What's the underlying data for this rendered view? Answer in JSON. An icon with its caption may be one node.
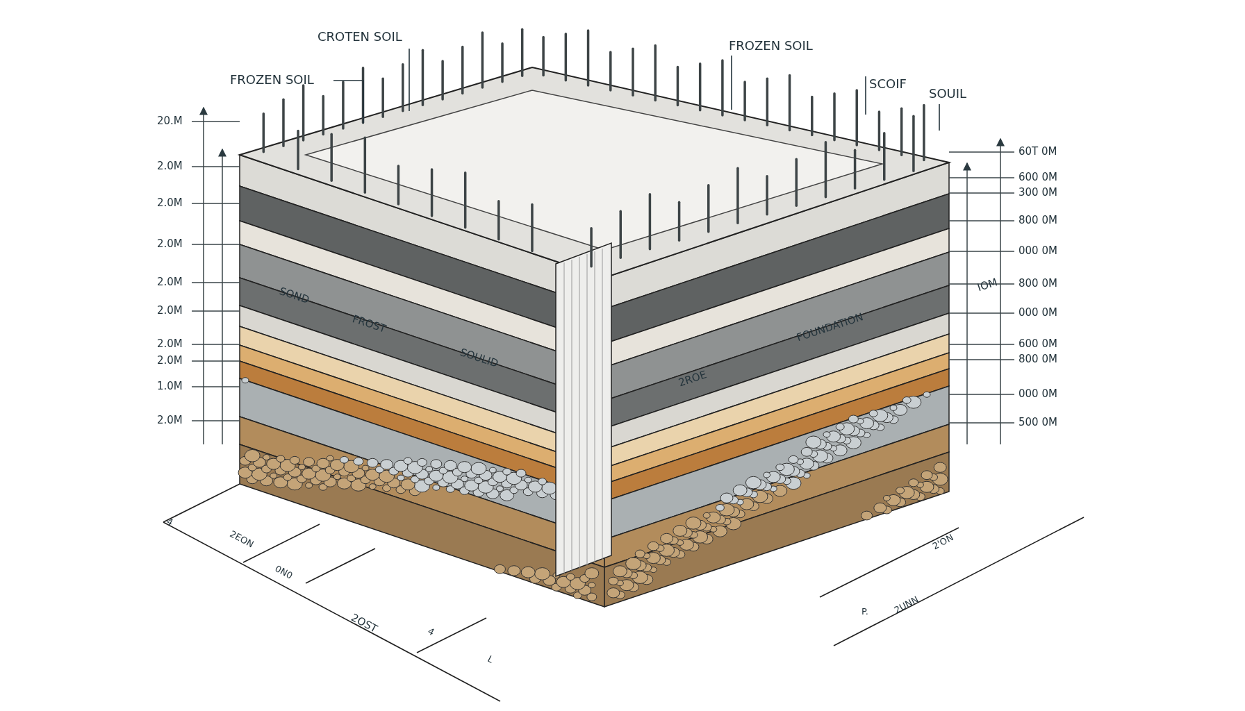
{
  "diagram": {
    "nodes": [
      {
        "text": [
          "CROTEN SOIL"
        ]
      },
      {
        "text": [
          "FROZEN SOIL"
        ]
      },
      {
        "text": [
          "FROZEN SOIL"
        ]
      },
      {
        "text": [
          "SCOIF"
        ]
      },
      {
        "text": [
          "SOUIL"
        ]
      }
    ],
    "edges": [
      {
        "from": 0,
        "to": null,
        "arrow": "none"
      },
      {
        "from": 1,
        "to": null,
        "arrow": "none"
      },
      {
        "from": 2,
        "to": null,
        "arrow": "none"
      },
      {
        "from": 3,
        "to": null,
        "arrow": "none"
      },
      {
        "from": 4,
        "to": null,
        "arrow": "none"
      }
    ],
    "labels": [
      "20.M",
      "2.0M",
      "2.0M",
      "2.0M",
      "2.0M",
      "2.0M",
      "2.0M",
      "2.0M",
      "1.0M",
      "2.0M",
      "60T 0M",
      "600 0M",
      "300 0M",
      "800 0M",
      "000 0M",
      "800 0M",
      "000 0M",
      "600 0M",
      "800 0M",
      "000 0M",
      "500 0M",
      "SOND",
      "FROST",
      "SOULID",
      "FOUNDATION",
      "IOM",
      "2ROE",
      "4",
      "2EON",
      "0N0",
      "2OST",
      "4",
      "L",
      "2'ON",
      "P.",
      "2UNN"
    ]
  }
}
